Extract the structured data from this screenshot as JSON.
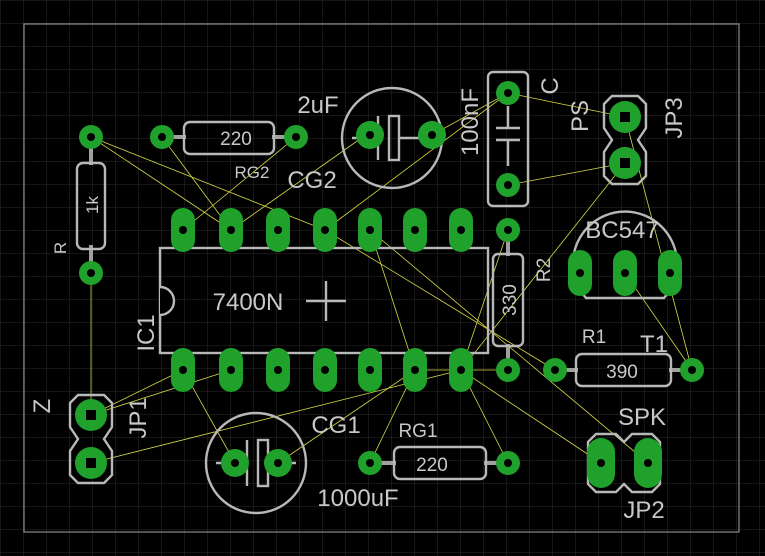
{
  "colors": {
    "background": "#000000",
    "grid": "#2c2c2c",
    "board_outline": "#8a8a8a",
    "copper_pad": "#1fa12c",
    "silkscreen": "#c8c8c8",
    "airwire": "#d8d846"
  },
  "labels": {
    "ic1_value": "7400N",
    "ic1_name": "IC1",
    "cap_2uf_value": "2uF",
    "cap_cg2_name": "CG2",
    "cap_100nf_value": "100nF",
    "cap_c_name": "C",
    "rg2_value": "220",
    "rg2_name": "RG2",
    "r_value": "1k",
    "r_name": "R",
    "r2_value": "330",
    "r2_name": "R2",
    "r1_value": "390",
    "r1_name": "R1",
    "t1_value": "BC547",
    "t1_name": "T1",
    "jp3_label": "PS",
    "jp3_name": "JP3",
    "jp1_label": "Z",
    "jp1_name": "JP1",
    "jp2_label": "SPK",
    "jp2_name": "JP2",
    "cg1_name": "CG1",
    "cg1_value": "1000uF",
    "rg1_value": "220",
    "rg1_name": "RG1"
  }
}
